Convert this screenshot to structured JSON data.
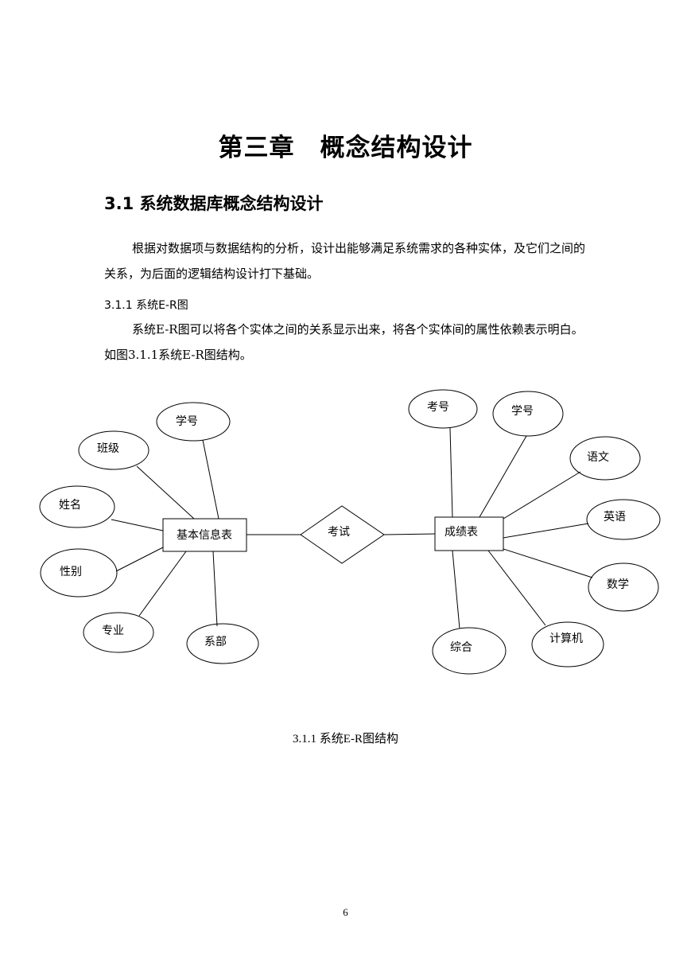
{
  "chapter_title": "第三章　概念结构设计",
  "section_heading": "3.1 系统数据库概念结构设计",
  "paragraph1": "根据对数据项与数据结构的分析，设计出能够满足系统需求的各种实体，及它们之间的关系，为后面的逻辑结构设计打下基础。",
  "subsection_heading": "3.1.1 系统E-R图",
  "paragraph2": "系统E-R图可以将各个实体之间的关系显示出来，将各个实体间的属性依赖表示明白。如图3.1.1系统E-R图结构。",
  "diagram": {
    "entity_left": "基本信息表",
    "entity_right": "成绩表",
    "relationship": "考试",
    "left_attributes": {
      "xuehao": "学号",
      "banji": "班级",
      "xingming": "姓名",
      "xingbie": "性别",
      "zhuanye": "专业",
      "xibu": "系部"
    },
    "right_attributes": {
      "kaohao": "考号",
      "xuehao": "学号",
      "yuwen": "语文",
      "yingyu": "英语",
      "shuxue": "数学",
      "jisuanji": "计算机",
      "zonghe": "综合"
    }
  },
  "figure_caption": "3.1.1 系统E-R图结构",
  "page_number": "6"
}
